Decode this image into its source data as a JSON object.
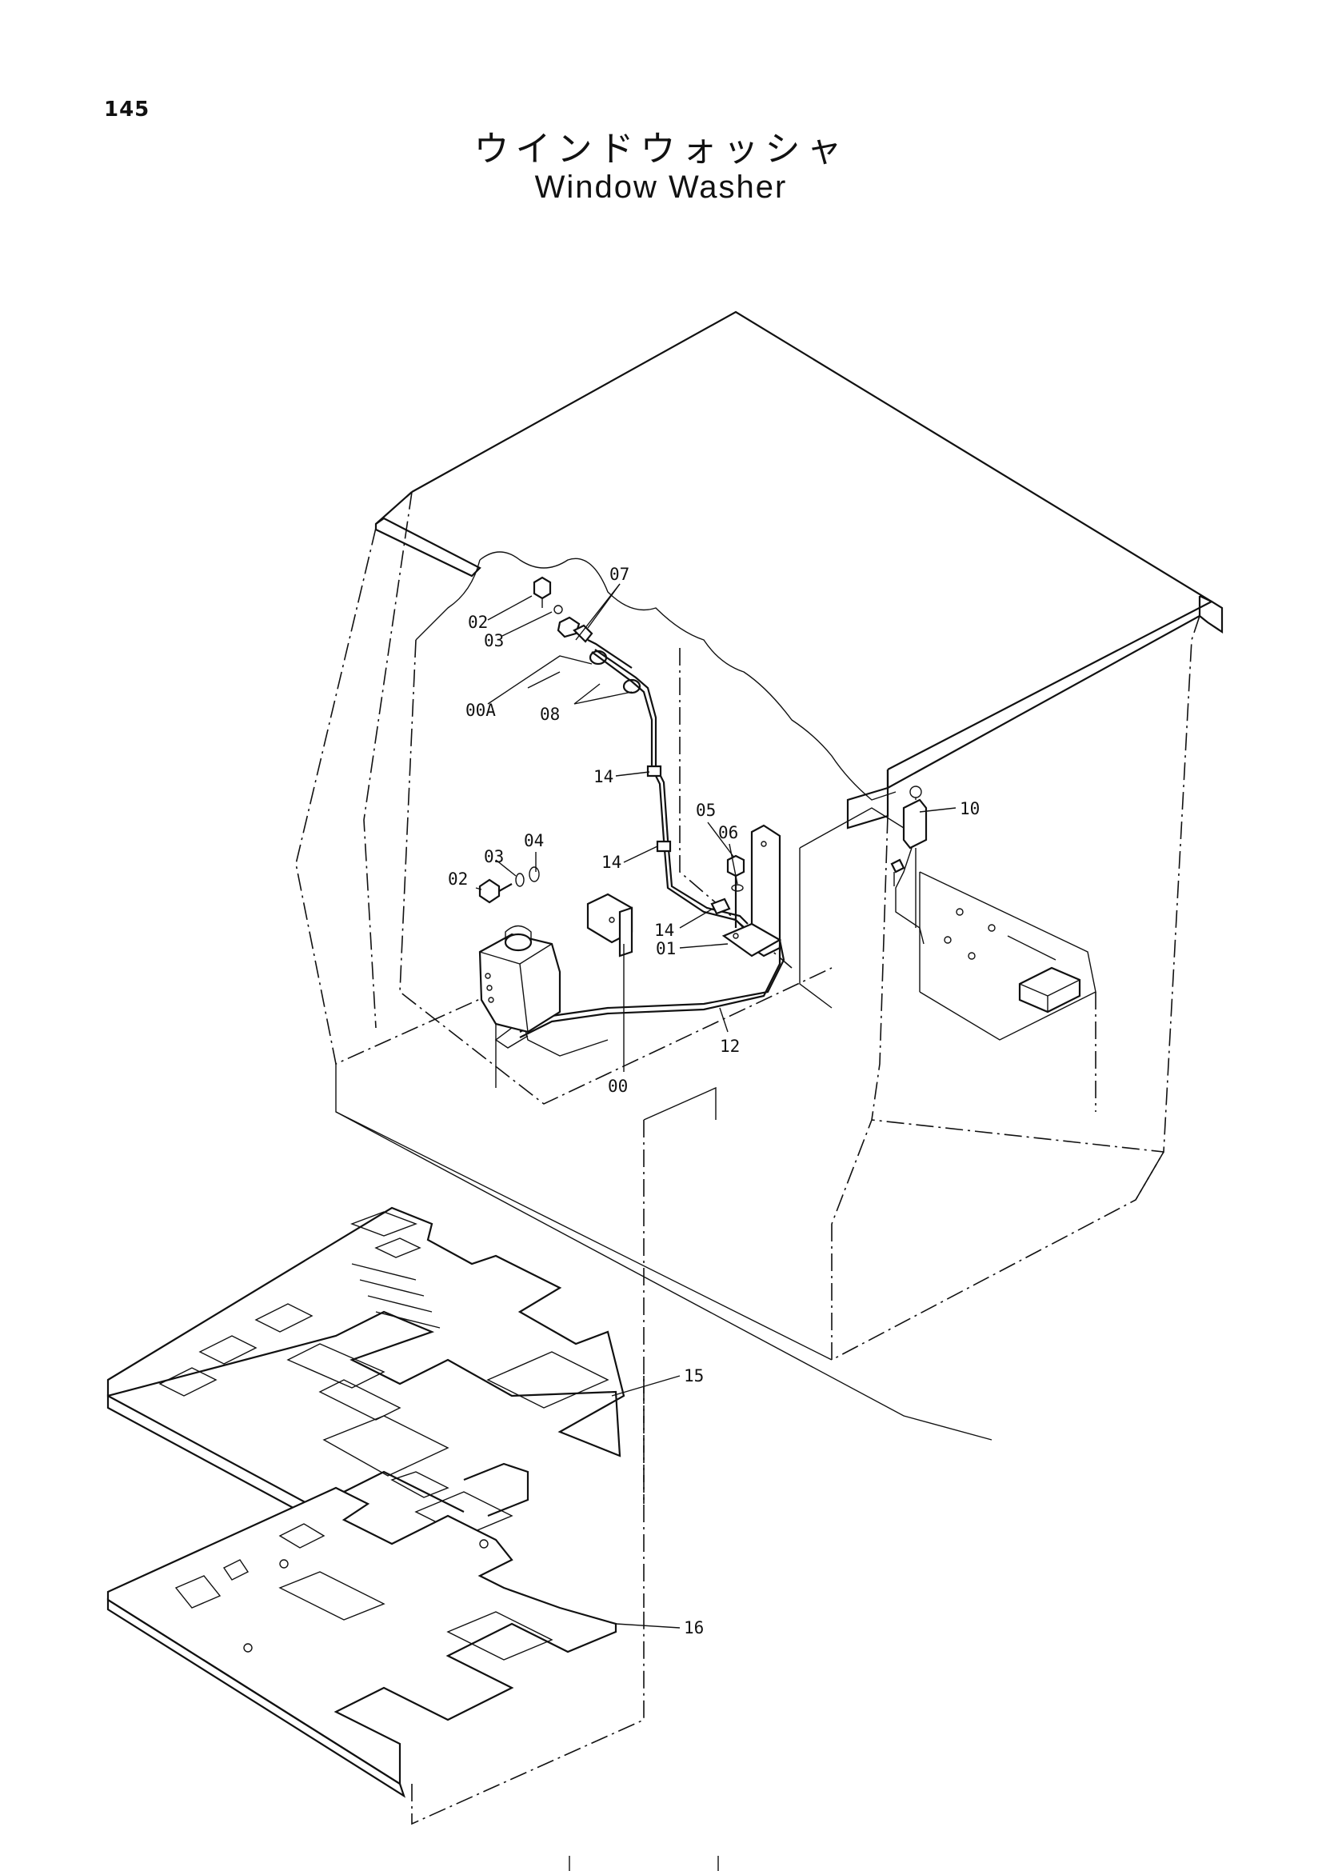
{
  "page": {
    "number": "145",
    "title_jp": "ウインドウォッシャ",
    "title_en": "Window Washer"
  },
  "callouts": [
    {
      "id": "c07",
      "label": "07"
    },
    {
      "id": "c02a",
      "label": "02"
    },
    {
      "id": "c03a",
      "label": "03"
    },
    {
      "id": "c00a",
      "label": "00A"
    },
    {
      "id": "c08",
      "label": "08"
    },
    {
      "id": "c14a",
      "label": "14"
    },
    {
      "id": "c05",
      "label": "05"
    },
    {
      "id": "c10",
      "label": "10"
    },
    {
      "id": "c04",
      "label": "04"
    },
    {
      "id": "c03b",
      "label": "03"
    },
    {
      "id": "c06",
      "label": "06"
    },
    {
      "id": "c02b",
      "label": "02"
    },
    {
      "id": "c14b",
      "label": "14"
    },
    {
      "id": "c14c",
      "label": "14"
    },
    {
      "id": "c01",
      "label": "01"
    },
    {
      "id": "c12",
      "label": "12"
    },
    {
      "id": "c00",
      "label": "00"
    },
    {
      "id": "c15",
      "label": "15"
    },
    {
      "id": "c16",
      "label": "16"
    }
  ]
}
